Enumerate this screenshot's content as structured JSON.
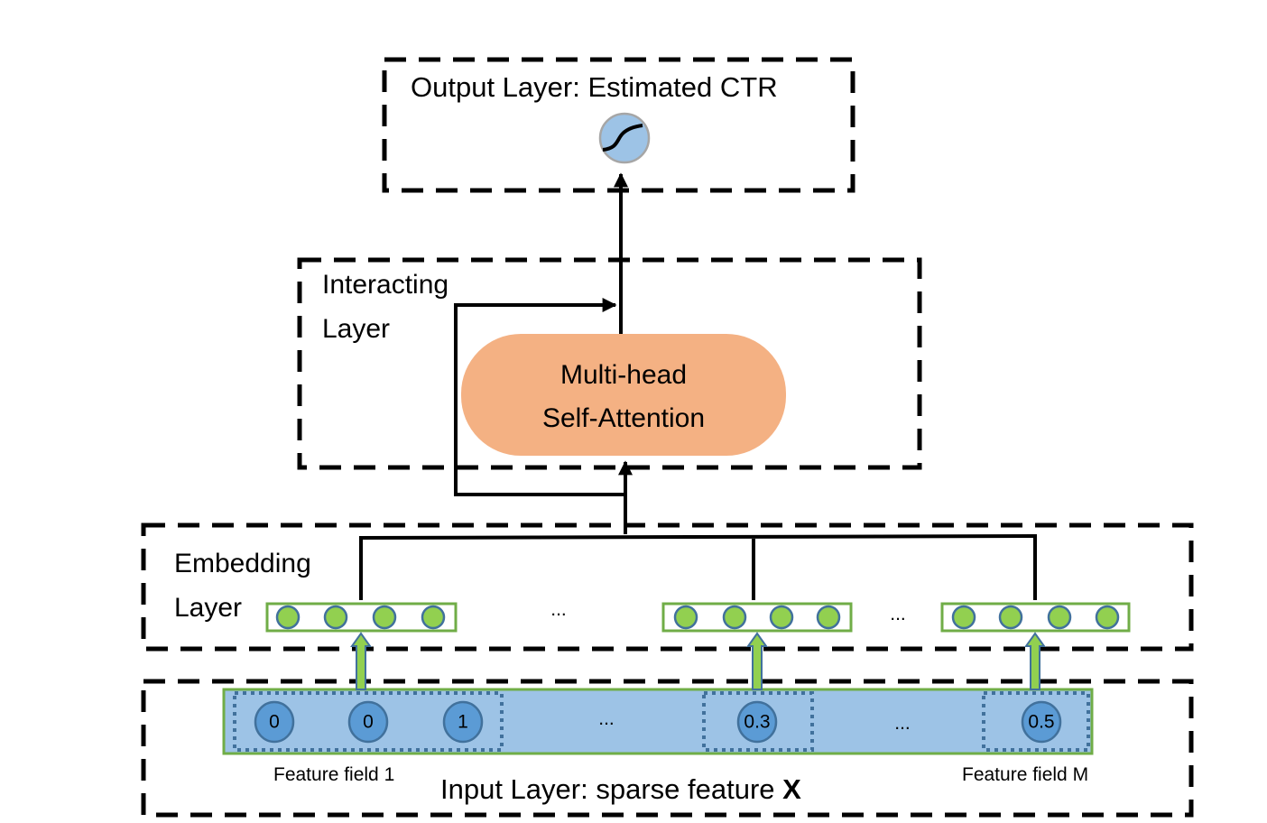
{
  "diagram": {
    "output_layer": {
      "label": "Output Layer: Estimated CTR",
      "node_icon": "sigmoid-icon"
    },
    "interacting_layer": {
      "label_line1": "Interacting",
      "label_line2": "Layer",
      "block_line1": "Multi-head",
      "block_line2": "Self-Attention"
    },
    "embedding_layer": {
      "label_line1": "Embedding",
      "label_line2": "Layer",
      "ellipsis": "..."
    },
    "input_layer": {
      "label": "Input Layer: sparse feature ",
      "label_bold": "X",
      "values": [
        "0",
        "0",
        "1",
        "0.3",
        "0.5"
      ],
      "ellipsis": "...",
      "field_first": "Feature field 1",
      "field_last": "Feature field M"
    },
    "colors": {
      "attention_fill": "#f4b183",
      "input_fill": "#9dc3e6",
      "input_border": "#70ad47",
      "node_fill": "#5b9bd5",
      "node_border": "#41719c",
      "embed_fill": "#92d050",
      "embed_border": "#70ad47",
      "sigmoid_fill": "#9dc3e6"
    }
  }
}
